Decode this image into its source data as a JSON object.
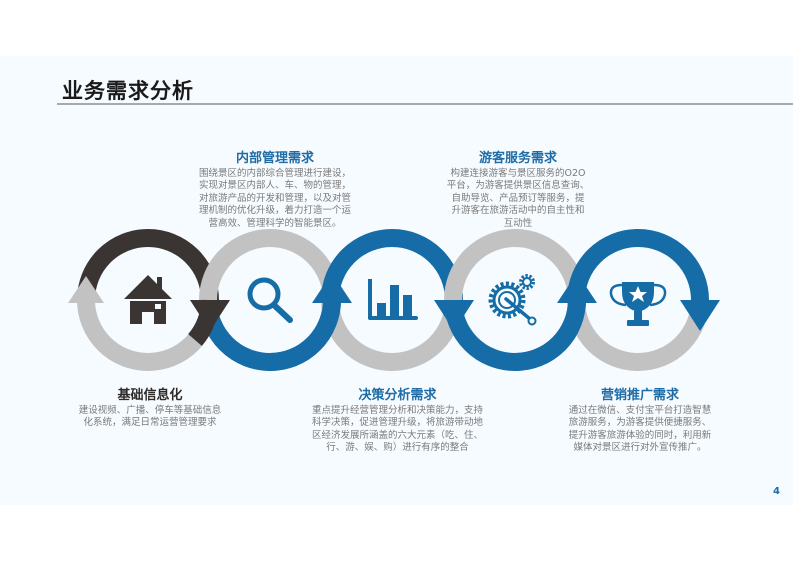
{
  "slide": {
    "title": "业务需求分析",
    "page_number": "4"
  },
  "colors": {
    "dark": "#3a3532",
    "blue": "#166ca6",
    "grey": "#c2c2c2",
    "heading_blue": "#1f6ca6",
    "body_text": "#7a7a7a"
  },
  "steps": [
    {
      "title": "基础信息化",
      "icon": "house-icon",
      "position": "bottom",
      "lines": [
        "建设视频、广播、停车等基础信息",
        "化系统，满足日常运营管理要求"
      ]
    },
    {
      "title": "内部管理需求",
      "icon": "magnifier-icon",
      "position": "top",
      "lines": [
        "围绕景区的内部综合管理进行建设，",
        "实现对景区内部人、车、物的管理，",
        "对旅游产品的开发和管理，以及对管",
        "理机制的优化升级，着力打造一个运",
        "营高效、管理科学的智能景区。"
      ]
    },
    {
      "title": "决策分析需求",
      "icon": "bar-chart-icon",
      "position": "bottom",
      "lines": [
        "重点提升经营管理分析和决策能力，支持",
        "科学决策，促进管理升级，将旅游带动地",
        "区经济发展所涵盖的六大元素（吃、住、",
        "行、游、娱、购）进行有序的整合"
      ]
    },
    {
      "title": "游客服务需求",
      "icon": "gear-wrench-icon",
      "position": "top",
      "lines": [
        "构建连接游客与景区服务的O2O",
        "平台，为游客提供景区信息查询、",
        "自助导览、产品预订等服务，提",
        "升游客在旅游活动中的自主性和",
        "互动性"
      ]
    },
    {
      "title": "营销推广需求",
      "icon": "trophy-icon",
      "position": "bottom",
      "lines": [
        "通过在微信、支付宝平台打造智慧",
        "旅游服务，为游客提供便捷服务、",
        "提升游客旅游体验的同时，利用新",
        "媒体对景区进行对外宣传推广。"
      ]
    }
  ]
}
